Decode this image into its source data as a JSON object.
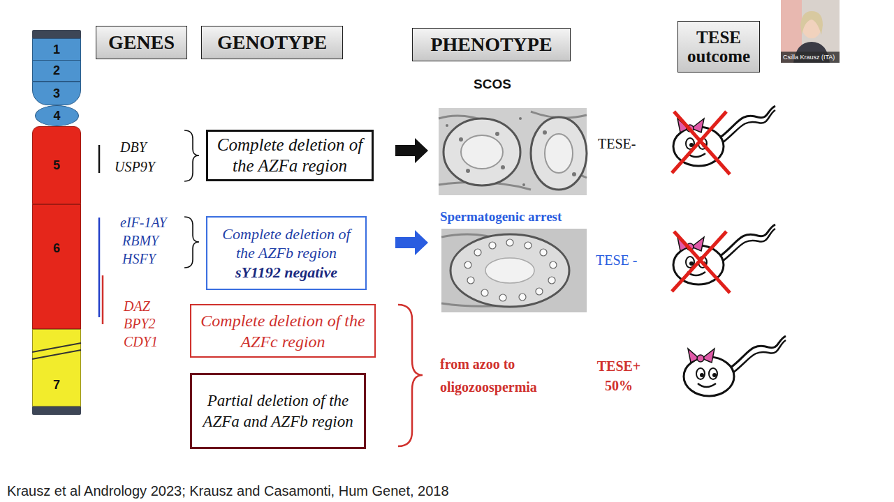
{
  "diagram": {
    "nodes": [
      {
        "text": [
          "GENES"
        ]
      },
      {
        "text": [
          "GENOTYPE"
        ]
      },
      {
        "text": [
          "PHENOTYPE"
        ]
      },
      {
        "text": [
          "TESE outcome"
        ]
      },
      {
        "text": [
          "1"
        ]
      },
      {
        "text": [
          "2"
        ]
      },
      {
        "text": [
          "3"
        ]
      },
      {
        "text": [
          "4"
        ]
      },
      {
        "text": [
          "5"
        ]
      },
      {
        "text": [
          "6"
        ]
      },
      {
        "text": [
          "7"
        ]
      },
      {
        "text": [
          "Complete deletion of the AZFa region"
        ]
      },
      {
        "text": [
          "Complete deletion of the AZFb region",
          "sY1192 negative"
        ]
      },
      {
        "text": [
          "Complete deletion of the AZFc region"
        ]
      },
      {
        "text": [
          "Partial deletion of the AZFa and AZFb region"
        ]
      }
    ],
    "labels": [
      "SCOS",
      "DBY",
      "USP9Y",
      "eIF-1AY",
      "RBMY",
      "HSFY",
      "DAZ",
      "BPY2",
      "CDY1",
      "Spermatogenic arrest",
      "TESE-",
      "TESE -",
      "from azoo to oligozoospermia",
      "TESE+ 50%",
      "Krausz et al Andrology 2023; Krausz and Casamonti, Hum Genet, 2018",
      "Csilla Krausz (ITA)"
    ]
  }
}
